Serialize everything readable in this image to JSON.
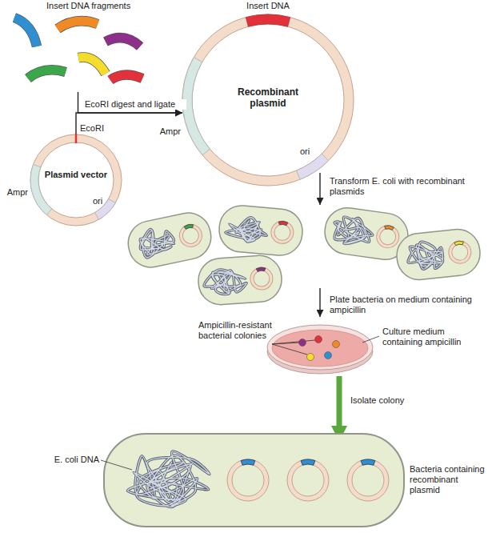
{
  "diagram": {
    "nodes": [
      {
        "text": [
          "Insert DNA fragments"
        ]
      },
      {
        "text": [
          "Plasmid vector",
          "EcoRI",
          "Ampr",
          "ori"
        ]
      },
      {
        "text": [
          "Insert DNA",
          "Recombinant plasmid",
          "Ampr",
          "ori"
        ]
      },
      {
        "text": [
          "Ampicillin-resistant bacterial colonies",
          "Culture medium containing ampicillin"
        ]
      },
      {
        "text": [
          "E. coli DNA",
          "Bacteria containing recombinant plasmid"
        ]
      }
    ],
    "edges": [
      {
        "from": 0,
        "to": 2,
        "arrow": "to",
        "label": "EcoRI digest and ligate"
      },
      {
        "from": 1,
        "to": 2,
        "arrow": "to"
      },
      {
        "from": 3,
        "to": 4,
        "arrow": "to",
        "label": "Isolate colony"
      }
    ],
    "labels": [
      "Transform E. coli with recombinant plasmids",
      "Plate bacteria on medium containing ampicillin"
    ]
  }
}
